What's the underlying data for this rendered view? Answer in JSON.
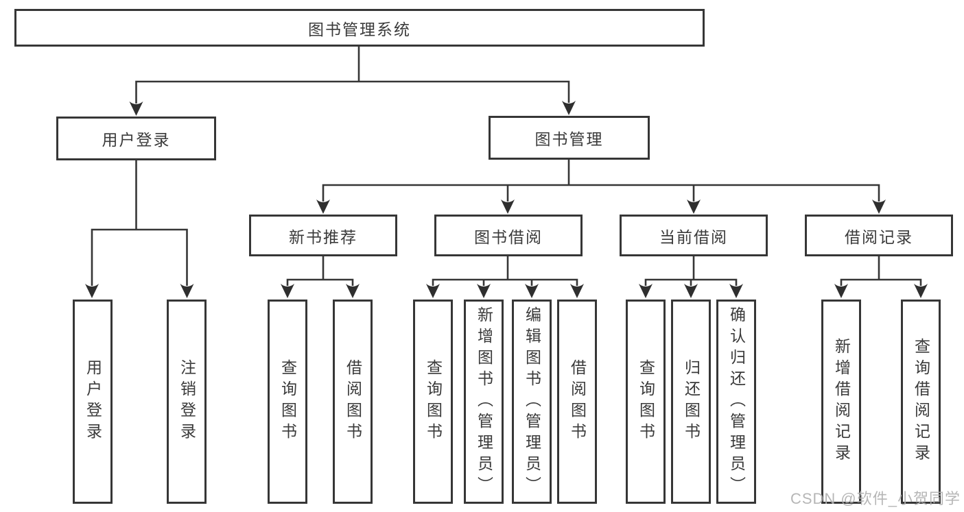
{
  "diagram": {
    "title": "图书管理系统",
    "branches": [
      {
        "label": "用户登录",
        "children": [
          {
            "label": "用户登录"
          },
          {
            "label": "注销登录"
          }
        ]
      },
      {
        "label": "图书管理",
        "modules": [
          {
            "label": "新书推荐",
            "features": [
              {
                "label": "查询图书"
              },
              {
                "label": "借阅图书"
              }
            ]
          },
          {
            "label": "图书借阅",
            "features": [
              {
                "label": "查询图书"
              },
              {
                "label": "新增图书（管理员）"
              },
              {
                "label": "编辑图书（管理员）"
              },
              {
                "label": "借阅图书"
              }
            ]
          },
          {
            "label": "当前借阅",
            "features": [
              {
                "label": "查询图书"
              },
              {
                "label": "归还图书"
              },
              {
                "label": "确认归还（管理员）"
              }
            ]
          },
          {
            "label": "借阅记录",
            "features": [
              {
                "label": "新增借阅记录"
              },
              {
                "label": "查询借阅记录"
              }
            ]
          }
        ]
      }
    ]
  },
  "watermark": "CSDN @软件_小贺同学",
  "colors": {
    "line": "#363636",
    "box_border": "#363636",
    "box_fill": "#ffffff",
    "text": "#3a3a3a",
    "watermark": "#b0b0b0",
    "background": "#ffffff"
  }
}
